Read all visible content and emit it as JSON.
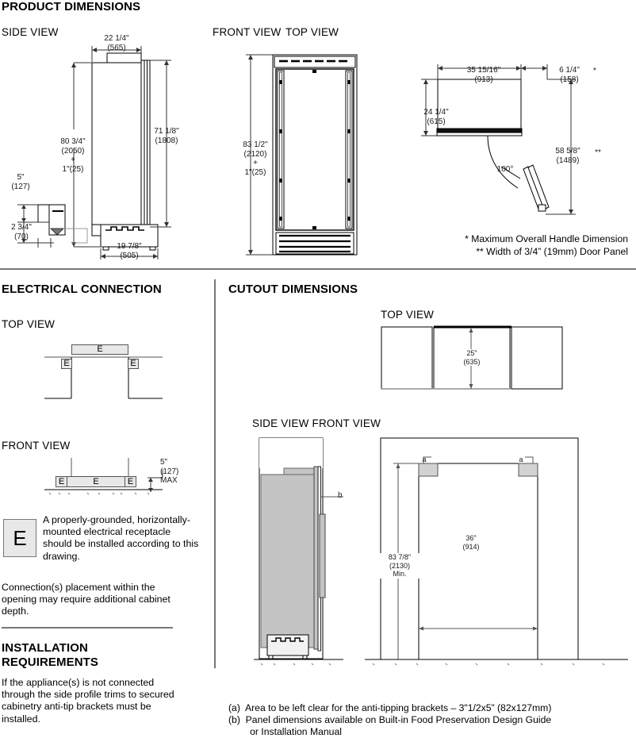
{
  "sections": {
    "product_dimensions": {
      "title": "PRODUCT DIMENSIONS",
      "side_view_label": "SIDE VIEW",
      "front_view_label": "FRONT VIEW",
      "top_view_label": "TOP VIEW",
      "side_view": {
        "depth_top": "22 1/4\"\n(565)",
        "height_total": "80 3/4\"\n(2050)\n+\n1\"(25)",
        "height_cabinet": "71 1/8\"\n(1808)",
        "plug_height": "5\"\n(127)",
        "toe_height": "2 3/4\"\n(70)",
        "base_depth": "19 7/8\"\n(505)"
      },
      "front_view": {
        "height_total": "83 1/2\"\n(2120)\n+\n1\"(25)"
      },
      "top_view": {
        "width": "35 15/16\"\n(913)",
        "handle": "6 1/4\"\n(158)",
        "handle_marker": "*",
        "depth": "24 1/4\"\n(615)",
        "swing_depth": "58 5/8\"\n(1489)",
        "swing_marker": "**",
        "door_angle": "100°"
      },
      "footnotes": [
        "* Maximum Overall Handle Dimension",
        "** Width of 3/4” (19mm) Door Panel"
      ]
    },
    "electrical_connection": {
      "title": "ELECTRICAL CONNECTION",
      "top_view_label": "TOP VIEW",
      "front_view_label": "FRONT VIEW",
      "e_marks": [
        "E",
        "E",
        "E",
        "E",
        "E",
        "E"
      ],
      "max_height": "5\"\n(127)\nMAX",
      "legend_symbol": "E",
      "legend_text": "A properly-grounded, horizontally-mounted electrical receptacle should be installed according to this drawing.",
      "note": "Connection(s) placement within the opening may require additional cabinet depth."
    },
    "installation_requirements": {
      "title_line1": "INSTALLATION",
      "title_line2": "REQUIREMENTS",
      "body": "If the appliance(s) is not connected through the side profile trims to secured cabinetry anti-tip brackets must be installed."
    },
    "cutout_dimensions": {
      "title": "CUTOUT DIMENSIONS",
      "top_view_label": "TOP VIEW",
      "side_front_label": "SIDE VIEW FRONT VIEW",
      "top_view": {
        "depth": "25\"\n(635)"
      },
      "side_view": {
        "callout_b": "b"
      },
      "front_view": {
        "height": "83 7/8\"\n(2130)\nMin.",
        "width": "36\"\n(914)",
        "callout_a_left": "a",
        "callout_a_right": "a"
      },
      "footnotes": [
        "(a)  Area to be left clear for the anti-tipping brackets – 3\"1/2x5” (82x127mm)",
        "(b)  Panel dimensions available on Built-in Food Preservation Design Guide",
        "        or Installation Manual"
      ]
    }
  },
  "colors": {
    "line": "#000000",
    "thin_line": "#444444",
    "panel_grey": "#c4c4c4",
    "fill_grey": "#e6e6e6",
    "separator": "#777777"
  }
}
